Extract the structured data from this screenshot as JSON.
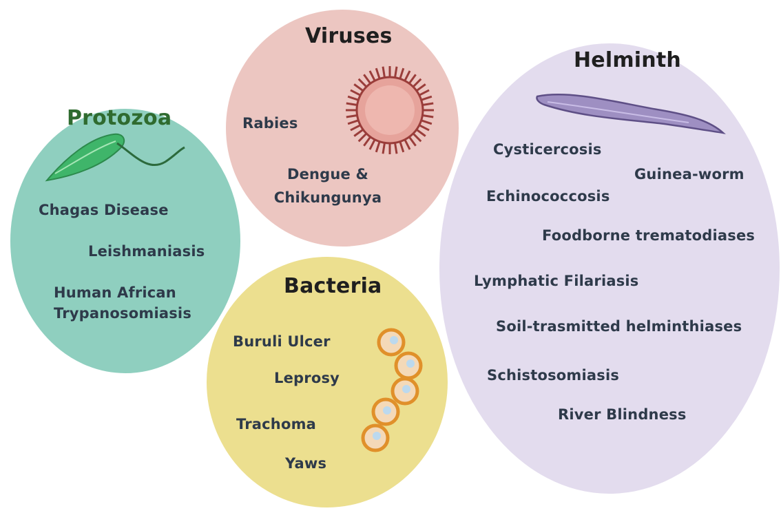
{
  "groups": {
    "protozoa": {
      "title": "Protozoa",
      "color": "#8fcfbf",
      "items": [
        "Chagas Disease",
        "Leishmaniasis",
        "Human African\nTrypanosomiasis"
      ],
      "icon": "protozoa-icon"
    },
    "viruses": {
      "title": "Viruses",
      "color": "#ecc6c1",
      "items": [
        "Rabies",
        "Dengue &\nChikungunya"
      ],
      "icon": "virus-icon"
    },
    "bacteria": {
      "title": "Bacteria",
      "color": "#ecdf8f",
      "items": [
        "Buruli Ulcer",
        "Leprosy",
        "Trachoma",
        "Yaws"
      ],
      "icon": "bacteria-chain-icon"
    },
    "helminth": {
      "title": "Helminth",
      "color": "#e3dcee",
      "items": [
        "Cysticercosis",
        "Guinea-worm",
        "Echinococcosis",
        "Foodborne trematodiases",
        "Lymphatic Filariasis",
        "Soil-trasmitted helminthiases",
        "Schistosomiasis",
        "River Blindness"
      ],
      "icon": "worm-icon"
    }
  }
}
